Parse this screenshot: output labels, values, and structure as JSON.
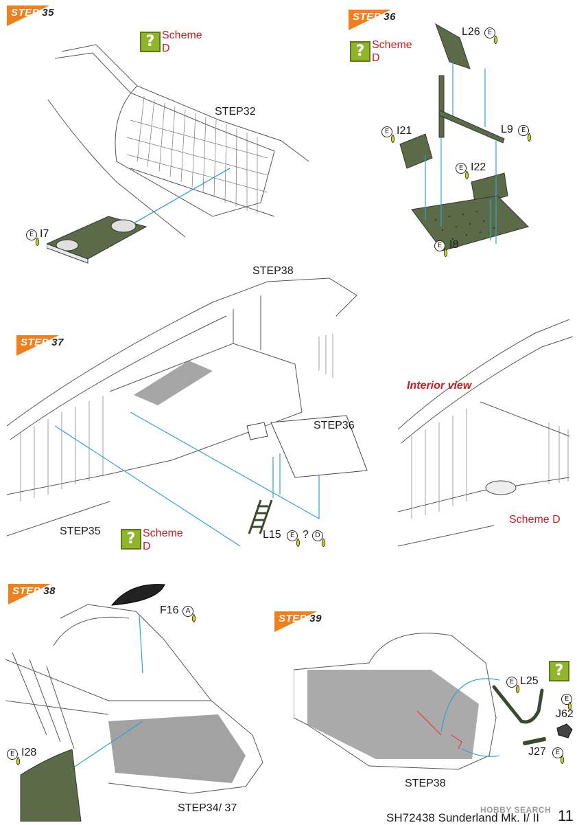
{
  "steps": {
    "s35": {
      "tag_prefix": "STEP",
      "tag_num": "35"
    },
    "s36": {
      "tag_prefix": "STEP",
      "tag_num": "36"
    },
    "s37": {
      "tag_prefix": "STEP",
      "tag_num": "37"
    },
    "s38": {
      "tag_prefix": "STEP",
      "tag_num": "38"
    },
    "s39": {
      "tag_prefix": "STEP",
      "tag_num": "39"
    }
  },
  "scheme": {
    "line1": "Scheme",
    "line2": "D",
    "inline": "Scheme D",
    "q": "?"
  },
  "labels": {
    "step32": "STEP32",
    "i7": "I7",
    "l26": "L26",
    "l9": "L9",
    "i21": "I21",
    "i22": "I22",
    "i8": "I8",
    "step38_ref": "STEP38",
    "step36_ref": "STEP36",
    "step35_ref": "STEP35",
    "l15": "L15",
    "l15_q": "?",
    "interior": "Interior view",
    "f16": "F16",
    "i28": "I28",
    "step34_37": "STEP34/ 37",
    "l25": "L25",
    "j62": "J62",
    "j27": "J27",
    "step38_bottom": "STEP38"
  },
  "paint_codes": {
    "e": "E",
    "a": "A",
    "d": "D"
  },
  "footer": {
    "code": "SH72438 Sunderland Mk. I/ II",
    "page": "11",
    "watermark": "HOBBY SEARCH"
  },
  "colors": {
    "accent": "#f07f1c",
    "red": "#d4171d",
    "part_green": "#5b6b47",
    "blue_line": "#2ea3d6",
    "question_green": "#8fb52a"
  }
}
